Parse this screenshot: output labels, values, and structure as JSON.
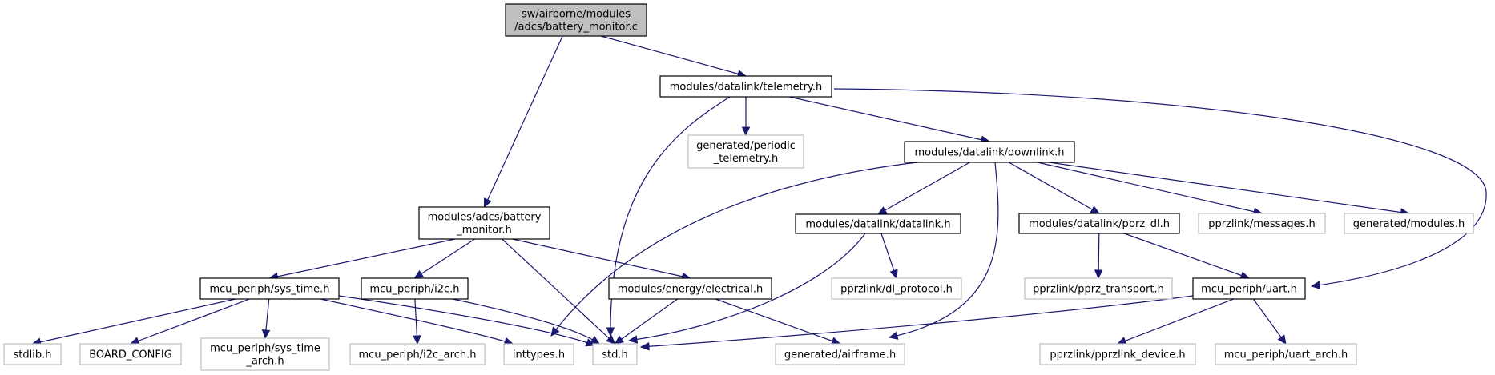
{
  "graph_title": "Include dependency graph for battery_monitor.c",
  "colors": {
    "edge": "#191970",
    "root_fill": "#bfbfbf",
    "external_border": "#bfbfbf",
    "node_border": "#000000"
  },
  "nodes": [
    {
      "id": "root",
      "lines": [
        "sw/airborne/modules",
        "/adcs/battery_monitor.c"
      ],
      "kind": "root"
    },
    {
      "id": "telemetry",
      "lines": [
        "modules/datalink/telemetry.h"
      ],
      "kind": "normal"
    },
    {
      "id": "periodic",
      "lines": [
        "generated/periodic",
        "_telemetry.h"
      ],
      "kind": "ext"
    },
    {
      "id": "downlink",
      "lines": [
        "modules/datalink/downlink.h"
      ],
      "kind": "normal"
    },
    {
      "id": "battmon",
      "lines": [
        "modules/adcs/battery",
        "_monitor.h"
      ],
      "kind": "normal"
    },
    {
      "id": "datalink",
      "lines": [
        "modules/datalink/datalink.h"
      ],
      "kind": "normal"
    },
    {
      "id": "pprzdl",
      "lines": [
        "modules/datalink/pprz_dl.h"
      ],
      "kind": "normal"
    },
    {
      "id": "messages",
      "lines": [
        "pprzlink/messages.h"
      ],
      "kind": "ext"
    },
    {
      "id": "genmodules",
      "lines": [
        "generated/modules.h"
      ],
      "kind": "ext"
    },
    {
      "id": "systime",
      "lines": [
        "mcu_periph/sys_time.h"
      ],
      "kind": "normal"
    },
    {
      "id": "i2c",
      "lines": [
        "mcu_periph/i2c.h"
      ],
      "kind": "normal"
    },
    {
      "id": "electrical",
      "lines": [
        "modules/energy/electrical.h"
      ],
      "kind": "normal"
    },
    {
      "id": "dlprotocol",
      "lines": [
        "pprzlink/dl_protocol.h"
      ],
      "kind": "ext"
    },
    {
      "id": "pprztransport",
      "lines": [
        "pprzlink/pprz_transport.h"
      ],
      "kind": "ext"
    },
    {
      "id": "uart",
      "lines": [
        "mcu_periph/uart.h"
      ],
      "kind": "normal"
    },
    {
      "id": "stdlib",
      "lines": [
        "stdlib.h"
      ],
      "kind": "ext"
    },
    {
      "id": "boardconfig",
      "lines": [
        "BOARD_CONFIG"
      ],
      "kind": "ext"
    },
    {
      "id": "systimearch",
      "lines": [
        "mcu_periph/sys_time",
        "_arch.h"
      ],
      "kind": "ext"
    },
    {
      "id": "i2carch",
      "lines": [
        "mcu_periph/i2c_arch.h"
      ],
      "kind": "ext"
    },
    {
      "id": "inttypes",
      "lines": [
        "inttypes.h"
      ],
      "kind": "ext"
    },
    {
      "id": "std",
      "lines": [
        "std.h"
      ],
      "kind": "ext"
    },
    {
      "id": "airframe",
      "lines": [
        "generated/airframe.h"
      ],
      "kind": "ext"
    },
    {
      "id": "pprzlinkdevice",
      "lines": [
        "pprzlink/pprzlink_device.h"
      ],
      "kind": "ext"
    },
    {
      "id": "uartarch",
      "lines": [
        "mcu_periph/uart_arch.h"
      ],
      "kind": "ext"
    }
  ],
  "edges": [
    [
      "root",
      "telemetry"
    ],
    [
      "root",
      "battmon"
    ],
    [
      "telemetry",
      "periodic"
    ],
    [
      "telemetry",
      "downlink"
    ],
    [
      "telemetry",
      "std"
    ],
    [
      "telemetry",
      "uart"
    ],
    [
      "downlink",
      "datalink"
    ],
    [
      "downlink",
      "pprzdl"
    ],
    [
      "downlink",
      "messages"
    ],
    [
      "downlink",
      "genmodules"
    ],
    [
      "downlink",
      "inttypes"
    ],
    [
      "downlink",
      "airframe"
    ],
    [
      "battmon",
      "systime"
    ],
    [
      "battmon",
      "i2c"
    ],
    [
      "battmon",
      "electrical"
    ],
    [
      "battmon",
      "std"
    ],
    [
      "datalink",
      "dlprotocol"
    ],
    [
      "datalink",
      "std"
    ],
    [
      "pprzdl",
      "pprztransport"
    ],
    [
      "pprzdl",
      "uart"
    ],
    [
      "systime",
      "stdlib"
    ],
    [
      "systime",
      "boardconfig"
    ],
    [
      "systime",
      "systimearch"
    ],
    [
      "systime",
      "inttypes"
    ],
    [
      "systime",
      "std"
    ],
    [
      "i2c",
      "i2carch"
    ],
    [
      "i2c",
      "std"
    ],
    [
      "electrical",
      "std"
    ],
    [
      "electrical",
      "airframe"
    ],
    [
      "uart",
      "std"
    ],
    [
      "uart",
      "pprzlinkdevice"
    ],
    [
      "uart",
      "uartarch"
    ]
  ]
}
